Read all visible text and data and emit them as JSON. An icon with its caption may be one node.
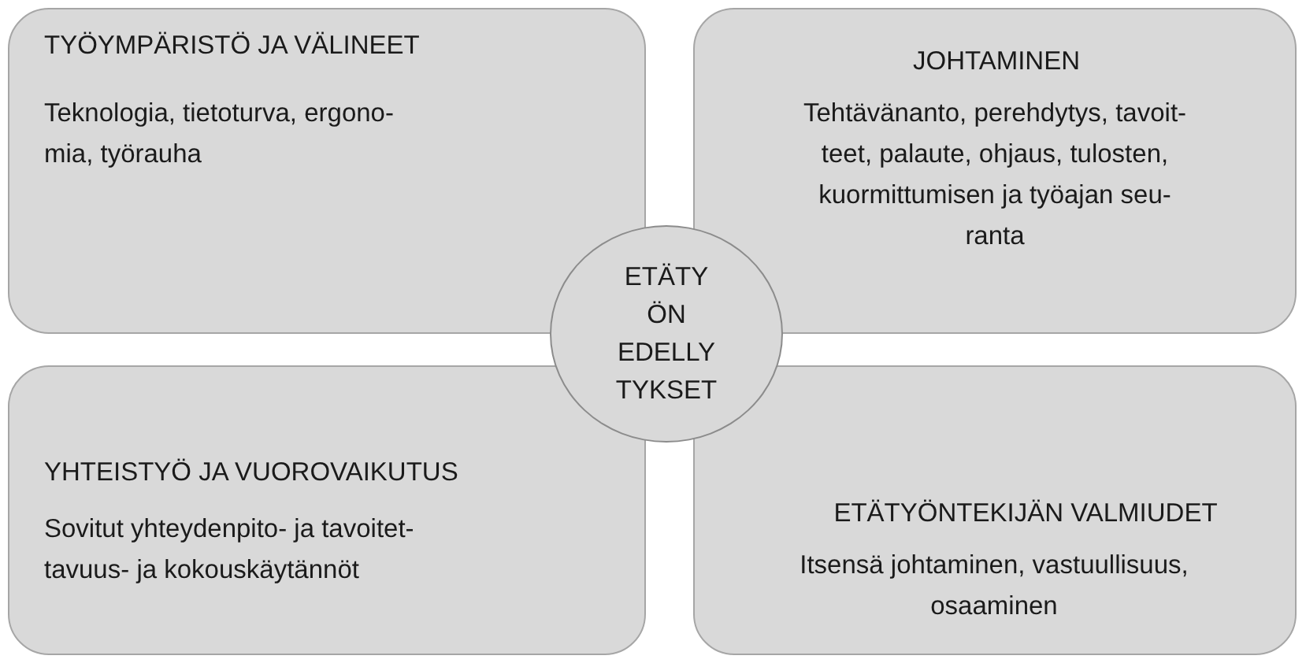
{
  "diagram": {
    "nodes": [
      {
        "text": [
          "TYÖYMPÄRISTÖ JA VÄLINEET",
          "Teknologia, tietoturva, ergono- mia, työrauha"
        ]
      },
      {
        "text": [
          "JOHTAMINEN",
          "Tehtävänanto, perehdytys, tavoit- teet, palaute, ohjaus, tulosten, kuormittumisen ja työajan seu- ranta"
        ]
      },
      {
        "text": [
          "ETÄTY ÖN EDELLY TYKSET"
        ]
      },
      {
        "text": [
          "YHTEISTYÖ JA VUOROVAIKUTUS",
          "Sovitut yhteydenpito- ja tavoitet- tavuus- ja kokouskäytännöt"
        ]
      },
      {
        "text": [
          "ETÄTYÖNTEKIJÄN VALMIUDET",
          "Itsensä johtaminen, vastuullisuus, osaaminen"
        ]
      }
    ]
  }
}
